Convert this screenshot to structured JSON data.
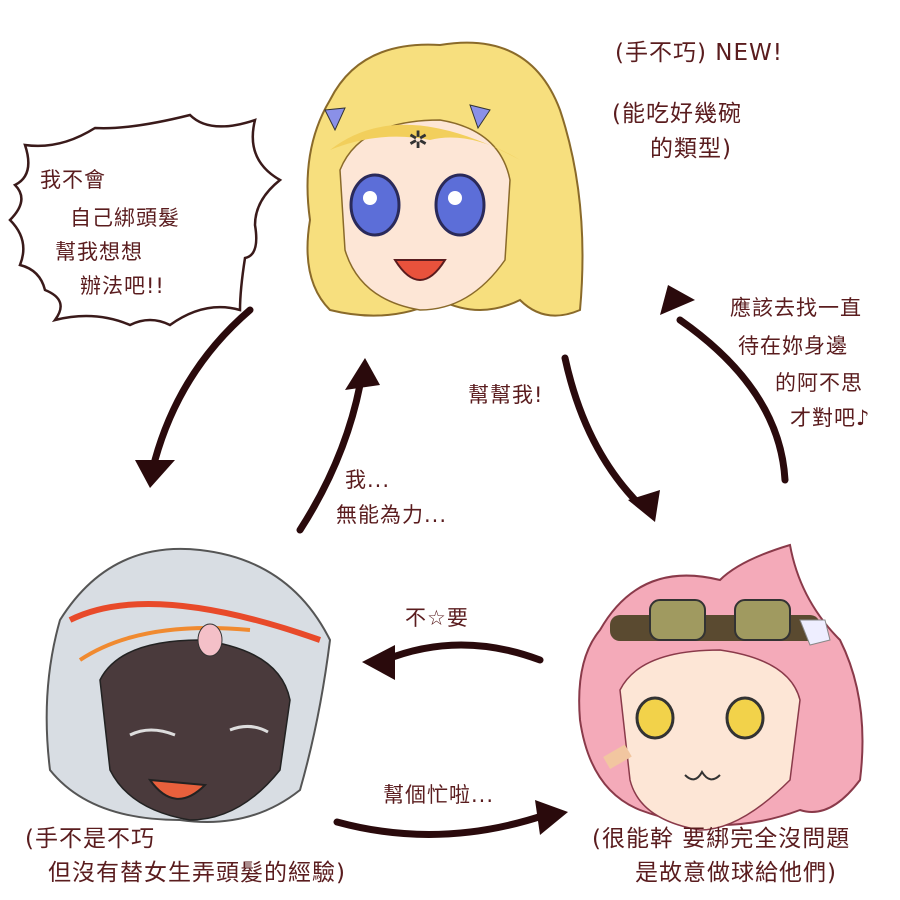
{
  "colors": {
    "text": "#5a1c1e",
    "arrow": "#2a0a0c",
    "blonde_hair": "#f7df7e",
    "pink_hair": "#f4aab9",
    "silver_hair": "#d8dde3",
    "dark_skin": "#4a3a3c"
  },
  "speech_burst": {
    "lines": [
      "我不會",
      "自己綁頭髮",
      "幫我想想",
      "辦法吧!!"
    ]
  },
  "blonde_note": {
    "line1": "(手不巧) NEW!",
    "line2": "(能吃好幾碗",
    "line3": "的類型)"
  },
  "right_note": {
    "lines": [
      "應該去找一直",
      "待在妳身邊",
      "的阿不思",
      "才對吧♪"
    ]
  },
  "arrow_labels": {
    "help_me": "幫幫我!",
    "me": "我...",
    "powerless": "無能為力...",
    "no_way": "不☆要",
    "do_a_favor": "幫個忙啦..."
  },
  "dark_note": {
    "line1": "(手不是不巧",
    "line2": "但沒有替女生弄頭髮的經驗)"
  },
  "pink_note": {
    "line1": "(很能幹  要綁完全沒問題",
    "line2": "是故意做球給他們)"
  }
}
